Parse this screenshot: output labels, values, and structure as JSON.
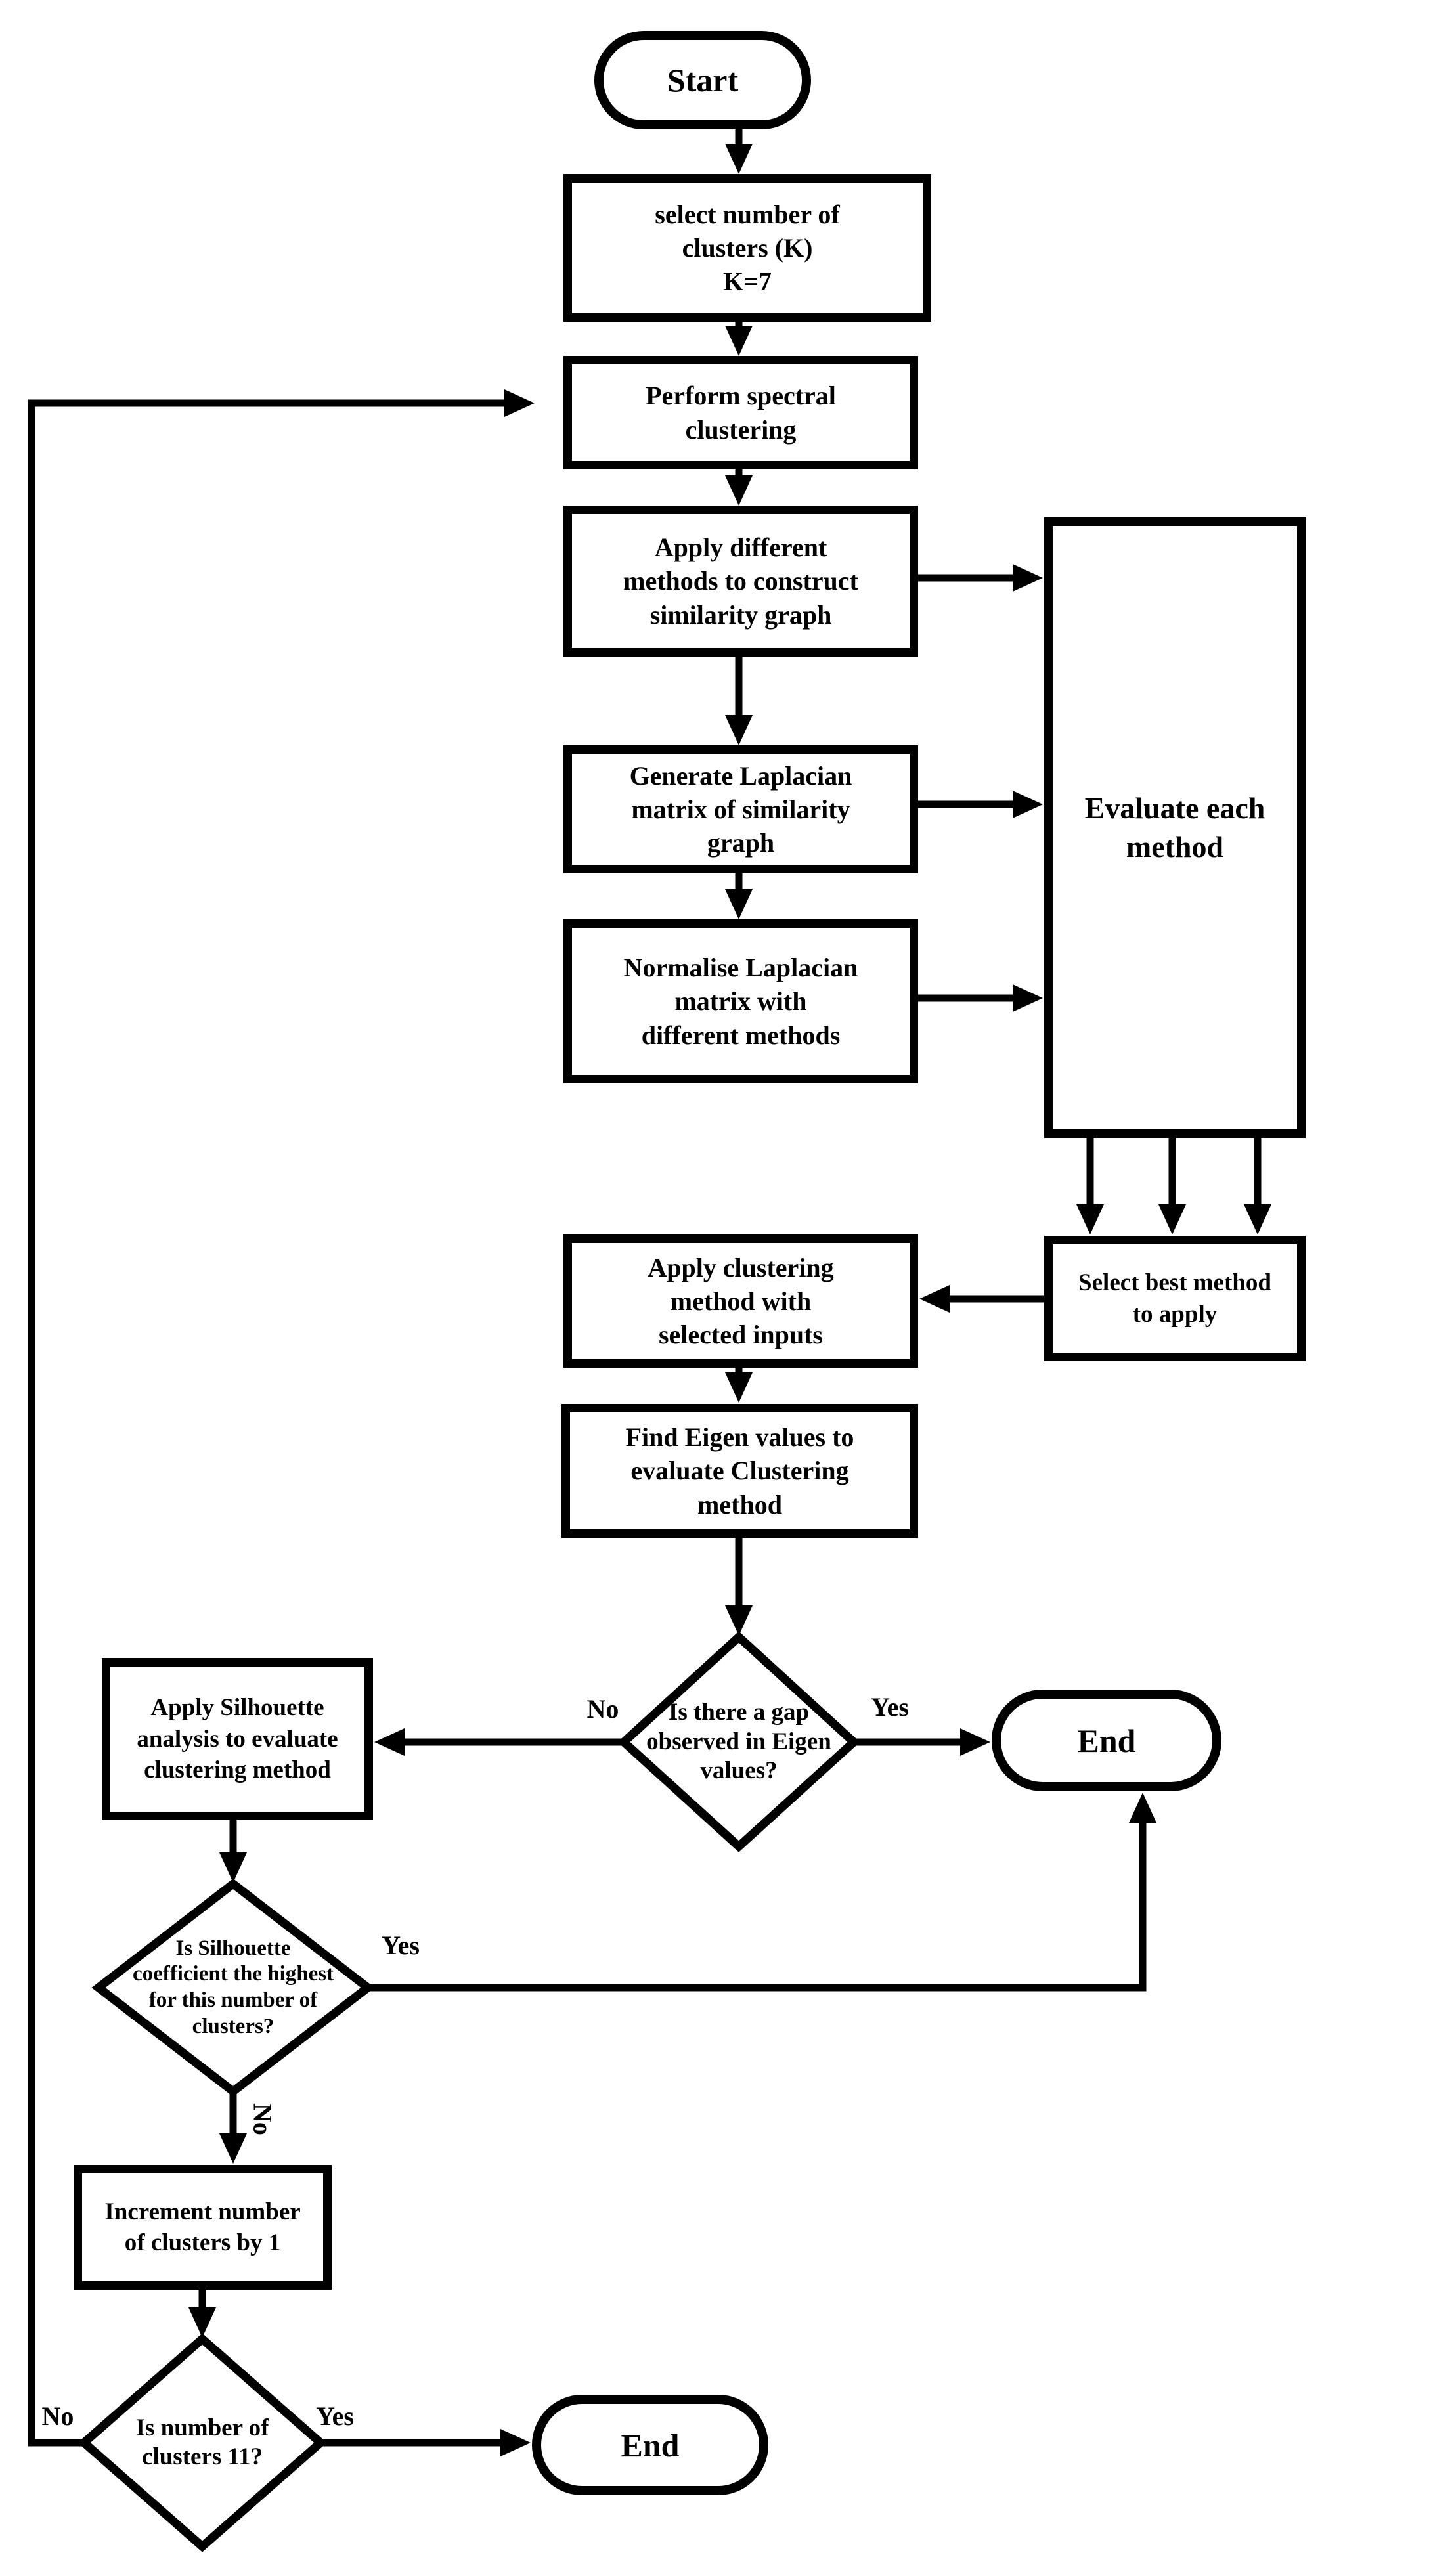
{
  "diagram": {
    "type": "flowchart",
    "topic": "Spectral clustering method selection procedure",
    "colors": {
      "stroke": "#000000",
      "fill": "#ffffff",
      "text": "#000000"
    }
  },
  "nodes": {
    "start": {
      "label": "Start"
    },
    "select_clusters": {
      "label": "select number of\nclusters (K)\nK=7"
    },
    "perform_spectral": {
      "label": "Perform spectral\nclustering"
    },
    "apply_methods": {
      "label": "Apply different\nmethods to construct\nsimilarity graph"
    },
    "generate_laplacian": {
      "label": "Generate Laplacian\nmatrix of similarity\ngraph"
    },
    "normalise_laplacian": {
      "label": "Normalise Laplacian\nmatrix with\ndifferent methods"
    },
    "evaluate_each": {
      "label": "Evaluate each\nmethod"
    },
    "select_best": {
      "label": "Select best method\nto apply"
    },
    "apply_clustering": {
      "label": "Apply clustering\nmethod with\nselected inputs"
    },
    "find_eigen": {
      "label": "Find Eigen values to\nevaluate Clustering\nmethod"
    },
    "gap_decision": {
      "label": "Is there a gap\nobserved in Eigen\nvalues?"
    },
    "end_top": {
      "label": "End"
    },
    "apply_silhouette": {
      "label": "Apply Silhouette\nanalysis to evaluate\nclustering method"
    },
    "silhouette_decision": {
      "label": "Is Silhouette\ncoefficient the highest\nfor this number of\nclusters?"
    },
    "increment_clusters": {
      "label": "Increment number\nof clusters by 1"
    },
    "cluster_count_decision": {
      "label": "Is number of\nclusters 11?"
    },
    "end_bottom": {
      "label": "End"
    }
  },
  "edge_labels": {
    "gap_no": "No",
    "gap_yes": "Yes",
    "silhouette_yes": "Yes",
    "silhouette_no": "No",
    "count_no": "No",
    "count_yes": "Yes"
  }
}
